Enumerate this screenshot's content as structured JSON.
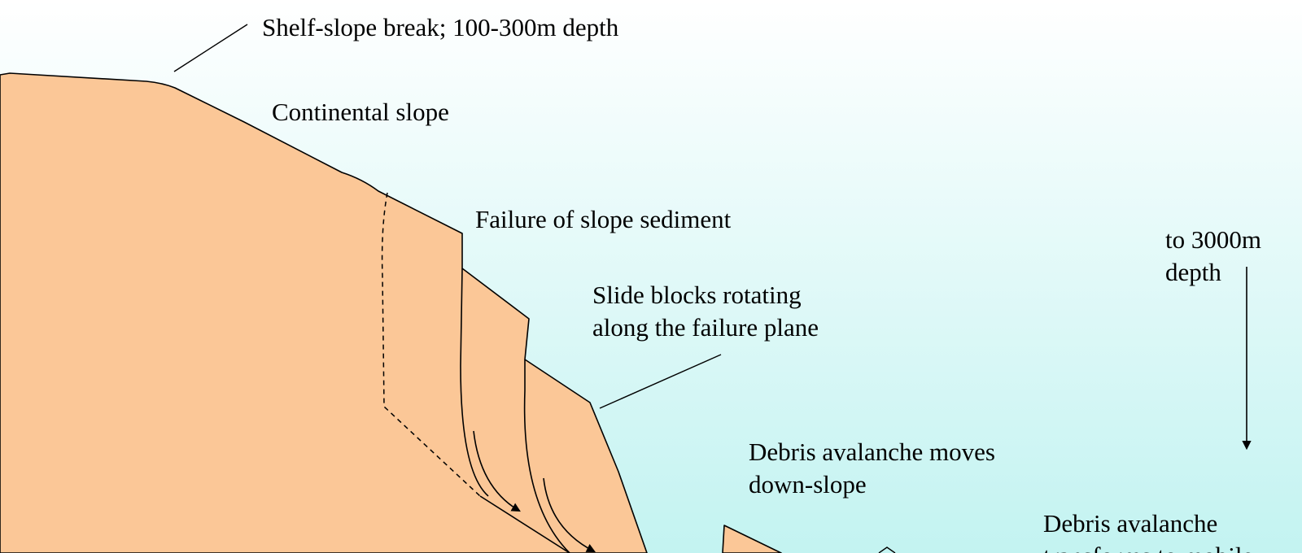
{
  "labels": {
    "shelf_break": "Shelf-slope break; 100-300m depth",
    "continental_slope": "Continental slope",
    "failure": "Failure of slope sediment",
    "slide_blocks_line1": "Slide blocks rotating",
    "slide_blocks_line2": "along the failure plane",
    "depth_line1": "to 3000m",
    "depth_line2": "depth",
    "debris_moves_line1": "Debris avalanche moves",
    "debris_moves_line2": "down-slope",
    "debris_transform_line1": "Debris avalanche",
    "debris_transform_line2": "transforms to mobile"
  },
  "colors": {
    "sediment": "#FBC797",
    "water_top": "#FFFFFF",
    "water_bottom": "#C3F3F1",
    "line": "#000000"
  }
}
